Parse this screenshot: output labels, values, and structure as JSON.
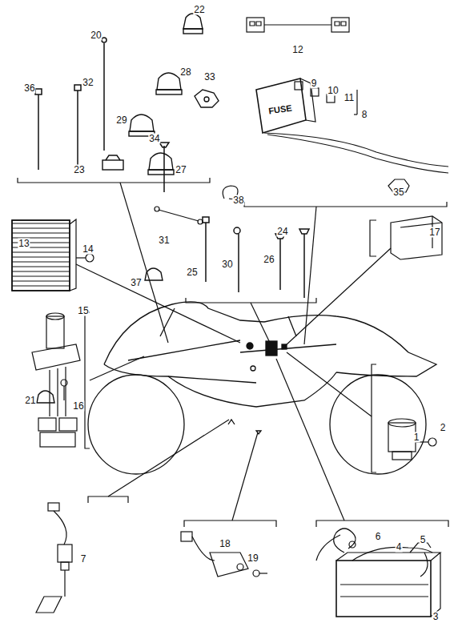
{
  "diagram": {
    "labels": [
      "22",
      "12",
      "20",
      "32",
      "36",
      "28",
      "33",
      "9",
      "10",
      "11",
      "8",
      "29",
      "34",
      "27",
      "23",
      "35",
      "38",
      "24",
      "31",
      "13",
      "14",
      "30",
      "25",
      "26",
      "37",
      "17",
      "15",
      "21",
      "16",
      "1",
      "2",
      "6",
      "4",
      "5",
      "3",
      "7",
      "18",
      "19",
      "FUSE"
    ]
  }
}
